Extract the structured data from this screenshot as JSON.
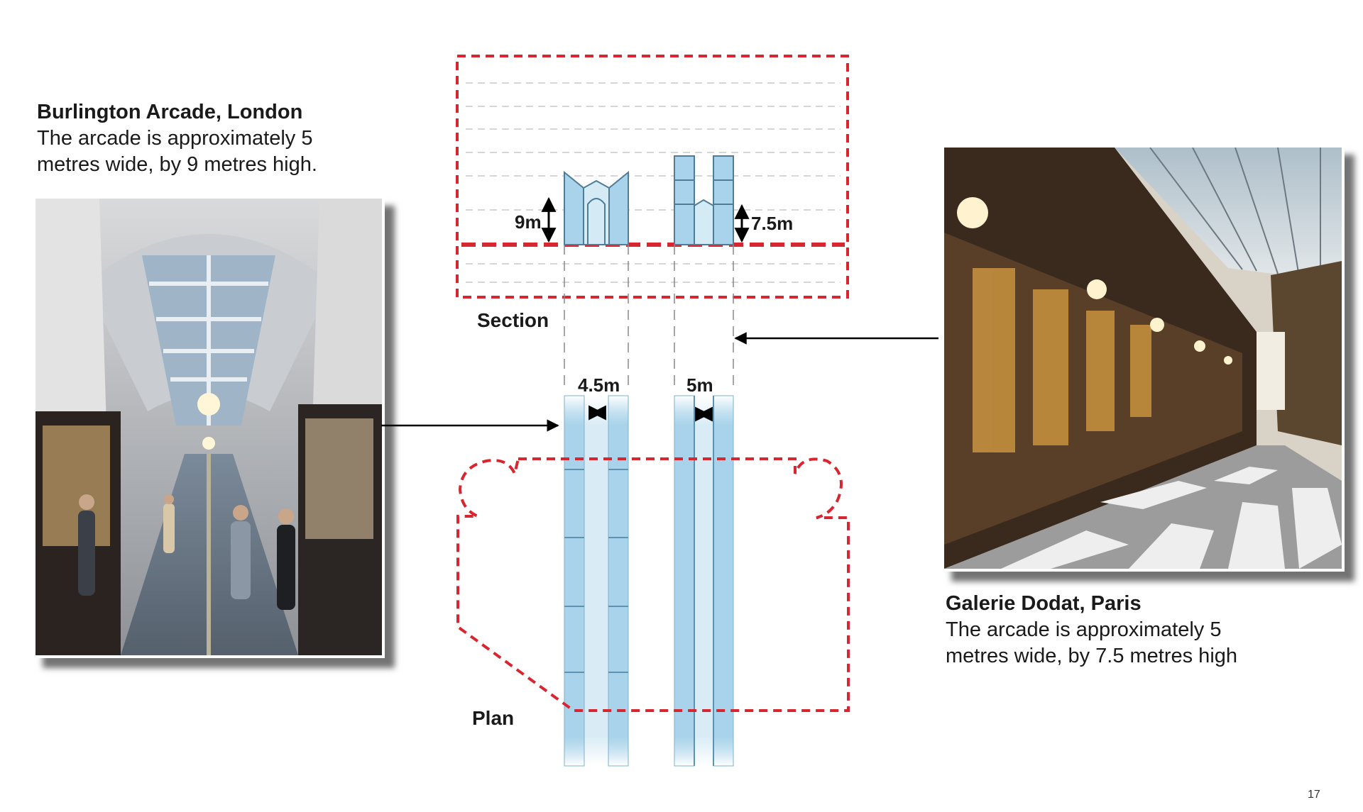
{
  "left_caption": {
    "title": "Burlington Arcade, London",
    "body_line1": "The arcade is approximately 5",
    "body_line2": "metres wide, by 9 metres high."
  },
  "right_caption": {
    "title": "Galerie Dodat, Paris",
    "body_line1": "The arcade is approximately 5",
    "body_line2": "metres wide, by 7.5 metres high"
  },
  "diagram": {
    "section_label": "Section",
    "plan_label": "Plan",
    "left_height": "9m",
    "right_height": "7.5m",
    "left_width": "4.5m",
    "right_width": "5m"
  },
  "photos": {
    "left": "burlington-arcade-photo",
    "right": "galerie-dodat-photo"
  },
  "colors": {
    "red_dash": "#d7262f",
    "glass_blue": "#a9d3ea",
    "glass_outline": "#5a8fb0"
  },
  "page_number": "17"
}
